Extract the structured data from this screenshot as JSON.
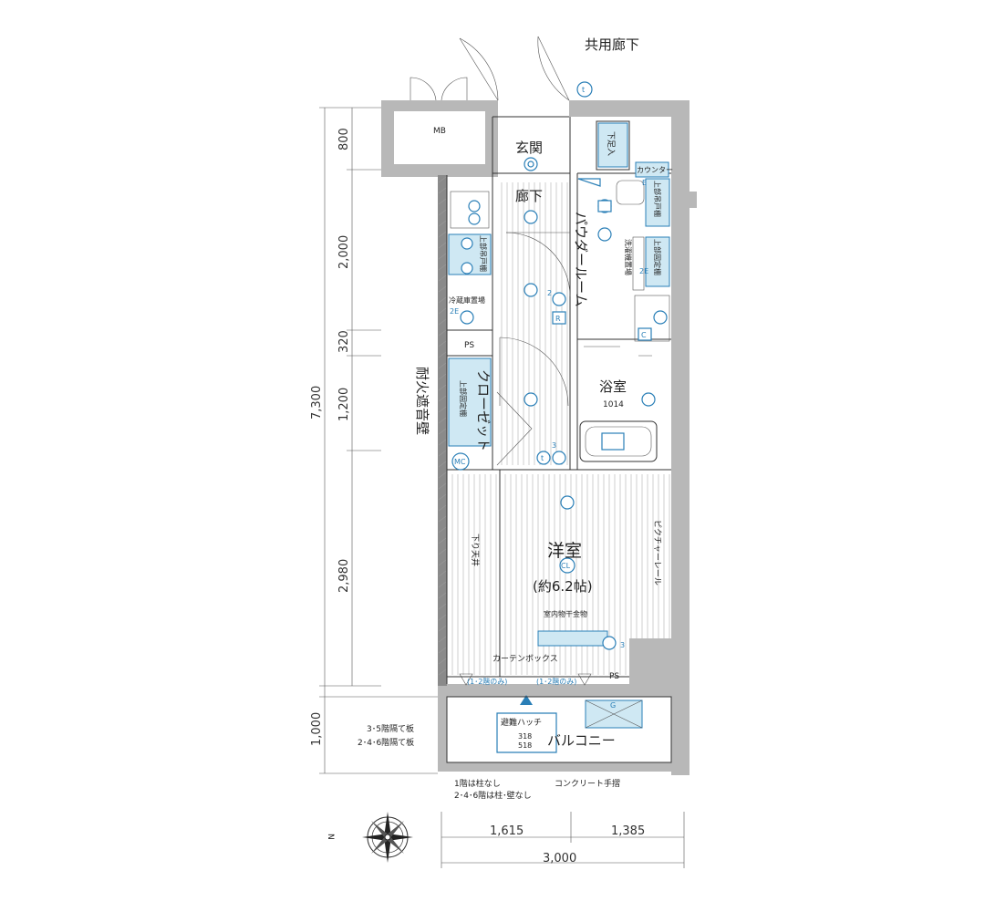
{
  "labels": {
    "corridor_common": "共用廊下",
    "mb": "MB",
    "entrance": "玄関",
    "shoe_box": "下足入",
    "hallway": "廊下",
    "counter": "カウンター",
    "upper_hanging_shelf": "上部吊戸棚",
    "powder_room": "パウダールーム",
    "washer_space": "洗濯機置場",
    "upper_fixed_shelf": "上部固定棚",
    "upper_hanging_shelf_left": "上部吊戸棚",
    "fridge_space": "冷蔵庫置場",
    "ps_top": "PS",
    "closet": "クローゼット",
    "upper_fixed_shelf_closet": "上部固定棚",
    "fireproof_wall": "耐火遮音壁",
    "bathroom": "浴室",
    "bathroom_size": "1014",
    "western_room": "洋室",
    "western_room_size": "(約6.2帖)",
    "dropped_ceiling": "下り天井",
    "picture_rail": "ピクチャーレール",
    "indoor_dryer": "室内物干金物",
    "curtain_box": "カーテンボックス",
    "floor_note_left": "(1･2階のみ)",
    "floor_note_right": "(1･2階のみ)",
    "ps_bottom": "PS",
    "balcony": "バルコニー",
    "escape_hatch": "避難ハッチ",
    "hatch_rooms_1": "318",
    "hatch_rooms_2": "518",
    "partition_35": "3･5階隔て板",
    "partition_246": "2･4･6階隔て板",
    "no_pillar_1f": "1階は柱なし",
    "no_pillar_246": "2･4･6階は柱･壁なし",
    "concrete_rail": "コンクリート手摺",
    "north": "N"
  },
  "dimensions": {
    "vertical": {
      "total": "7,300",
      "d1": "800",
      "d2": "2,000",
      "d3": "320",
      "d4": "1,200",
      "d5": "2,980",
      "balcony": "1,000"
    },
    "horizontal": {
      "left": "1,615",
      "right": "1,385",
      "total": "3,000"
    }
  },
  "symbols": {
    "t_top": "t",
    "t_mid": "t",
    "mc": "MC",
    "r": "R",
    "c": "C",
    "cl": "CL",
    "g": "G",
    "n2": "2",
    "n3a": "3",
    "n3b": "3",
    "e_a": "E",
    "e_b": "2E",
    "e_c": "2E"
  },
  "colors": {
    "accent": "#2a7fb7",
    "fixture_fill": "#cfe8f3",
    "wall": "#b8b8b8"
  }
}
